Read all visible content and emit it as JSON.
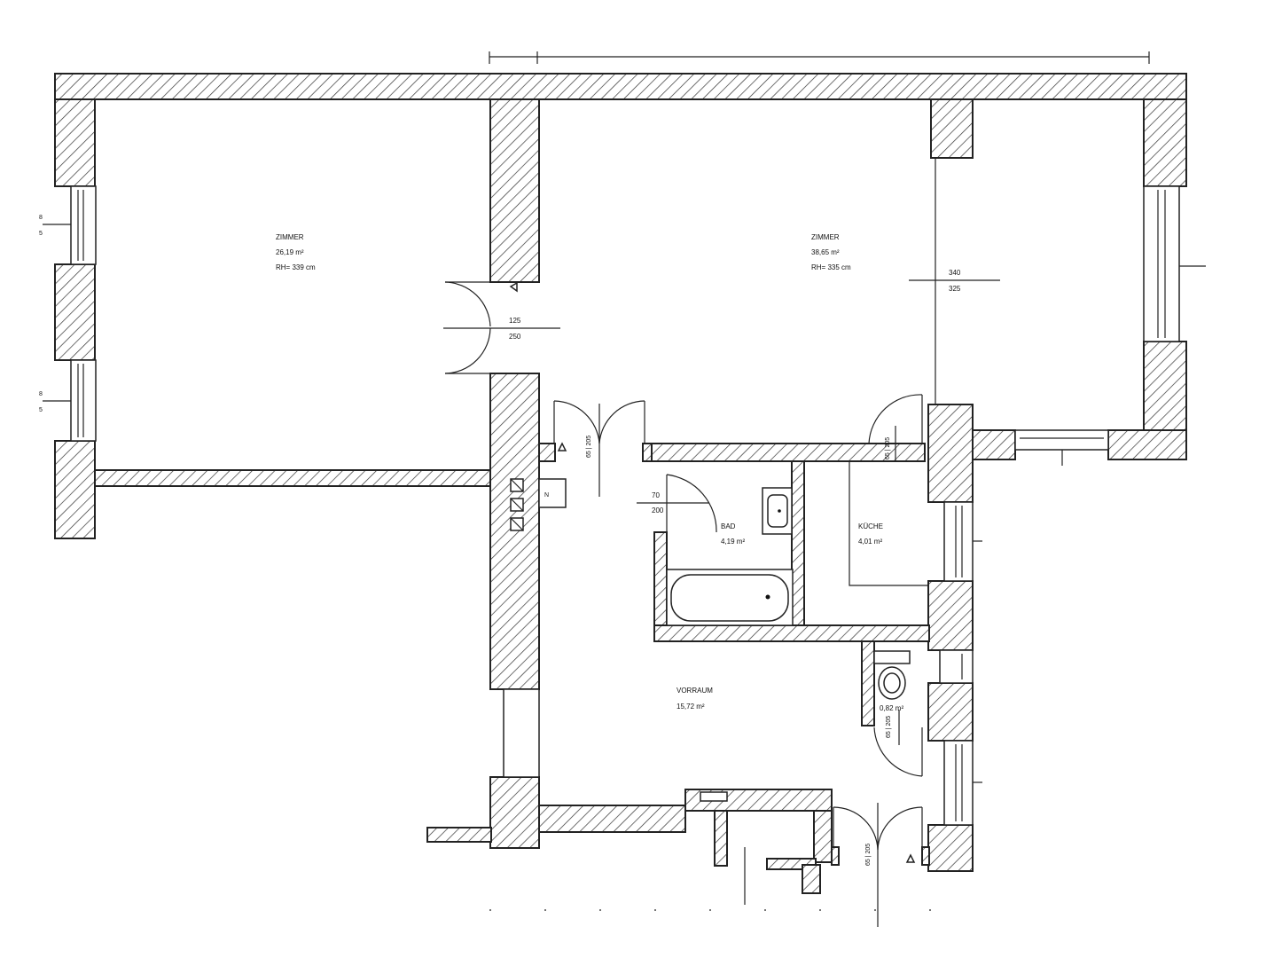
{
  "rooms": {
    "zimmer_left": {
      "name": "ZIMMER",
      "area": "26,19 m²",
      "height": "RH= 339 cm"
    },
    "zimmer_right": {
      "name": "ZIMMER",
      "area": "38,65 m²",
      "height": "RH= 335 cm"
    },
    "bad": {
      "name": "BAD",
      "area": "4,19 m²"
    },
    "kueche": {
      "name": "KÜCHE",
      "area": "4,01 m²"
    },
    "vorraum": {
      "name": "VORRAUM",
      "area": "15,72 m²"
    },
    "wc": {
      "area": "0,82 m²"
    }
  },
  "dimensions": {
    "door_main_w": "125",
    "door_main_h": "250",
    "opening_w": "340",
    "opening_h": "325",
    "bad_door_w": "70",
    "bad_door_h": "200",
    "door_vert_1": "65 | 205",
    "door_vert_2": "65 | 205",
    "door_vert_3": "65 | 205",
    "door_vert_4": "65 | 205",
    "window_left_1a": "8",
    "window_left_1b": "5",
    "window_left_2a": "8",
    "window_left_2b": "5",
    "nische": "N"
  }
}
